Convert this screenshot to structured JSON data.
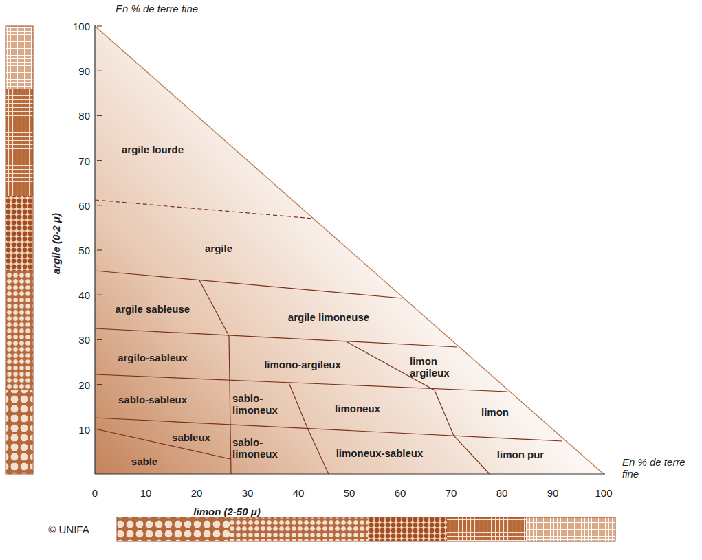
{
  "diagram": {
    "labels": [
      "En % de terre fine",
      "100",
      "90",
      "80",
      "70",
      "60",
      "50",
      "40",
      "30",
      "20",
      "10",
      "0",
      "10",
      "20",
      "30",
      "40",
      "50",
      "60",
      "70",
      "80",
      "90",
      "100",
      "argile (0-2 μ)",
      "limon (2-50 μ)",
      "En % de terre fine",
      "© UNIFA",
      "argile lourde",
      "argile",
      "argile sableuse",
      "argile limoneuse",
      "argilo-sableux",
      "limono-argileux",
      "limon argileux",
      "sablo-sableux",
      "sablo-limoneux",
      "limoneux",
      "limon",
      "sableux",
      "sablo-limoneux",
      "limoneux-sableux",
      "limon pur",
      "sable"
    ]
  }
}
